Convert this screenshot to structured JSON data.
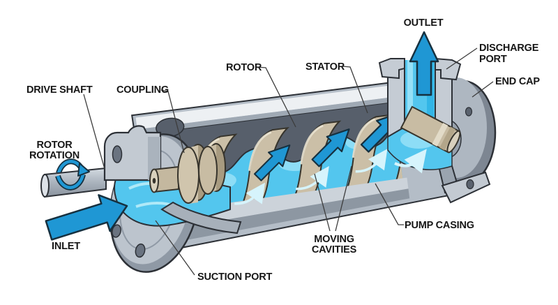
{
  "diagram": {
    "type": "technical-illustration",
    "subject": "Progressive cavity pump cutaway diagram",
    "labels": {
      "drive_shaft": "DRIVE SHAFT",
      "coupling": "COUPLING",
      "rotor": "ROTOR",
      "stator": "STATOR",
      "outlet": "OUTLET",
      "discharge_port_line1": "DISCHARGE",
      "discharge_port_line2": "PORT",
      "end_cap": "END CAP",
      "rotor_rotation_line1": "ROTOR",
      "rotor_rotation_line2": "ROTATION",
      "inlet": "INLET",
      "suction_port": "SUCTION PORT",
      "moving_cavities_line1": "MOVING",
      "moving_cavities_line2": "CAVITIES",
      "pump_casing": "PUMP CASING"
    },
    "colors": {
      "flow_arrow": "#1f97d4",
      "fluid": "#53c6ee",
      "fluid_light": "#9ce2f7",
      "fluid_highlight": "#d6f4fc",
      "rotor_tan": "#cbbfa7",
      "casing_gray": "#b4bdc7",
      "stator_dark": "#575f6b",
      "outline": "#2c3036",
      "label_text": "#161616"
    }
  }
}
